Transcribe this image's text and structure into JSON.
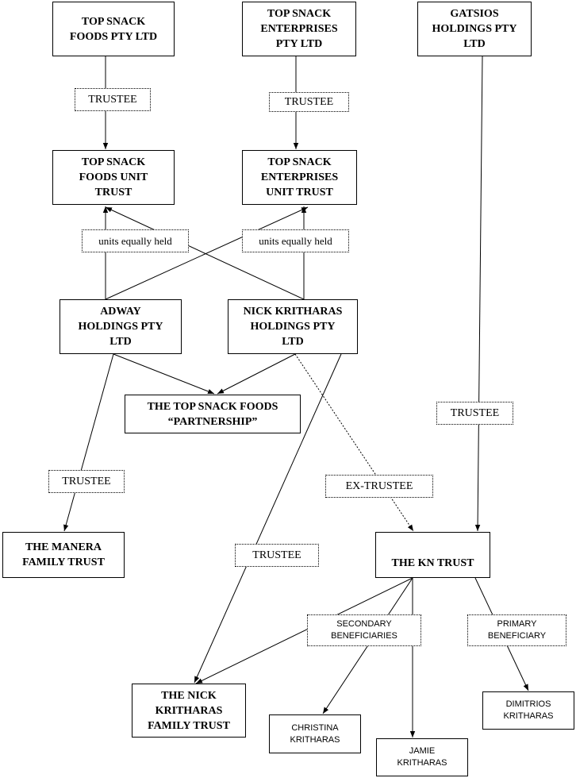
{
  "entities": {
    "top_snack_foods_pty": "TOP SNACK\nFOODS PTY LTD",
    "top_snack_enterprises_pty": "TOP SNACK\nENTERPRISES\nPTY LTD",
    "gatsios_holdings": "GATSIOS\nHOLDINGS PTY\nLTD",
    "top_snack_foods_unit_trust": "TOP SNACK\nFOODS UNIT\nTRUST",
    "top_snack_enterprises_unit_trust": "TOP SNACK\nENTERPRISES\nUNIT TRUST",
    "adway_holdings": "ADWAY\nHOLDINGS PTY\nLTD",
    "nick_kritharas_holdings": "NICK KRITHARAS\nHOLDINGS PTY\nLTD",
    "partnership": "THE TOP SNACK FOODS\n“PARTNERSHIP”",
    "manera_family_trust": "THE MANERA\nFAMILY TRUST",
    "kn_trust": "THE KN TRUST",
    "nick_kritharas_family_trust": "THE NICK\nKRITHARAS\nFAMILY TRUST",
    "christina_kritharas": "CHRISTINA\nKRITHARAS",
    "jamie_kritharas": "JAMIE\nKRITHARAS",
    "dimitrios_kritharas": "DIMITRIOS\nKRITHARAS"
  },
  "labels": {
    "trustee_1": "TRUSTEE",
    "trustee_2": "TRUSTEE",
    "units_equally_held_1": "units equally held",
    "units_equally_held_2": "units equally held",
    "trustee_gatsios": "TRUSTEE",
    "trustee_adway": "TRUSTEE",
    "ex_trustee": "EX-TRUSTEE",
    "trustee_nick": "TRUSTEE",
    "secondary_beneficiaries": "SECONDARY\nBENEFICIARIES",
    "primary_beneficiary": "PRIMARY\nBENEFICIARY"
  },
  "colors": {
    "line": "#000000",
    "background": "#ffffff"
  }
}
